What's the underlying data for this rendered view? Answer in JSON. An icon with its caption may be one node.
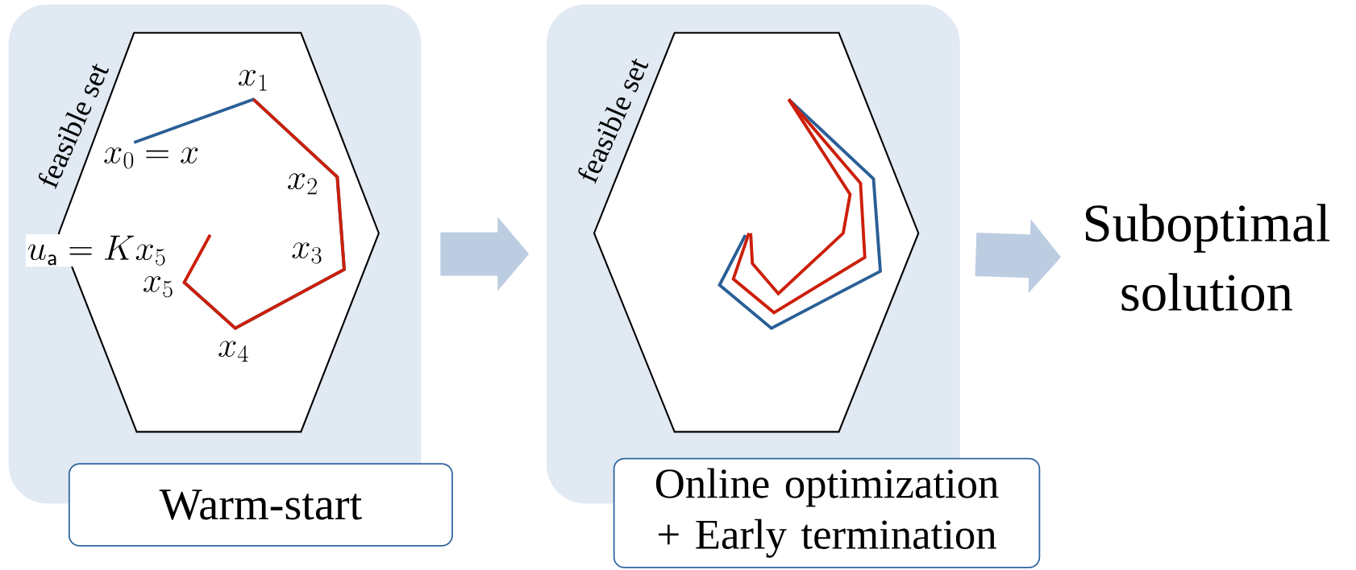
{
  "diagram": {
    "nodes": [
      {
        "text": [],
        "shape": "box"
      },
      {
        "text": [
          "feasible set"
        ],
        "in": 0
      },
      {
        "text": [
          "Warm-start"
        ]
      },
      {
        "text": [],
        "shape": "box"
      },
      {
        "text": [
          "feasible set"
        ],
        "in": 3
      },
      {
        "text": [
          "Online optimization + Early termination"
        ]
      },
      {
        "text": [
          "Suboptimal solution"
        ]
      }
    ],
    "edges": [
      {
        "from": 0,
        "to": 3,
        "arrow": "to"
      },
      {
        "from": 3,
        "to": 6,
        "arrow": "to"
      }
    ],
    "labels": [
      "x_1",
      "x_0 = x",
      "x_2",
      "u_\\mathsf{a} = Kx_5",
      "x_3",
      "x_5",
      "x_4"
    ]
  }
}
